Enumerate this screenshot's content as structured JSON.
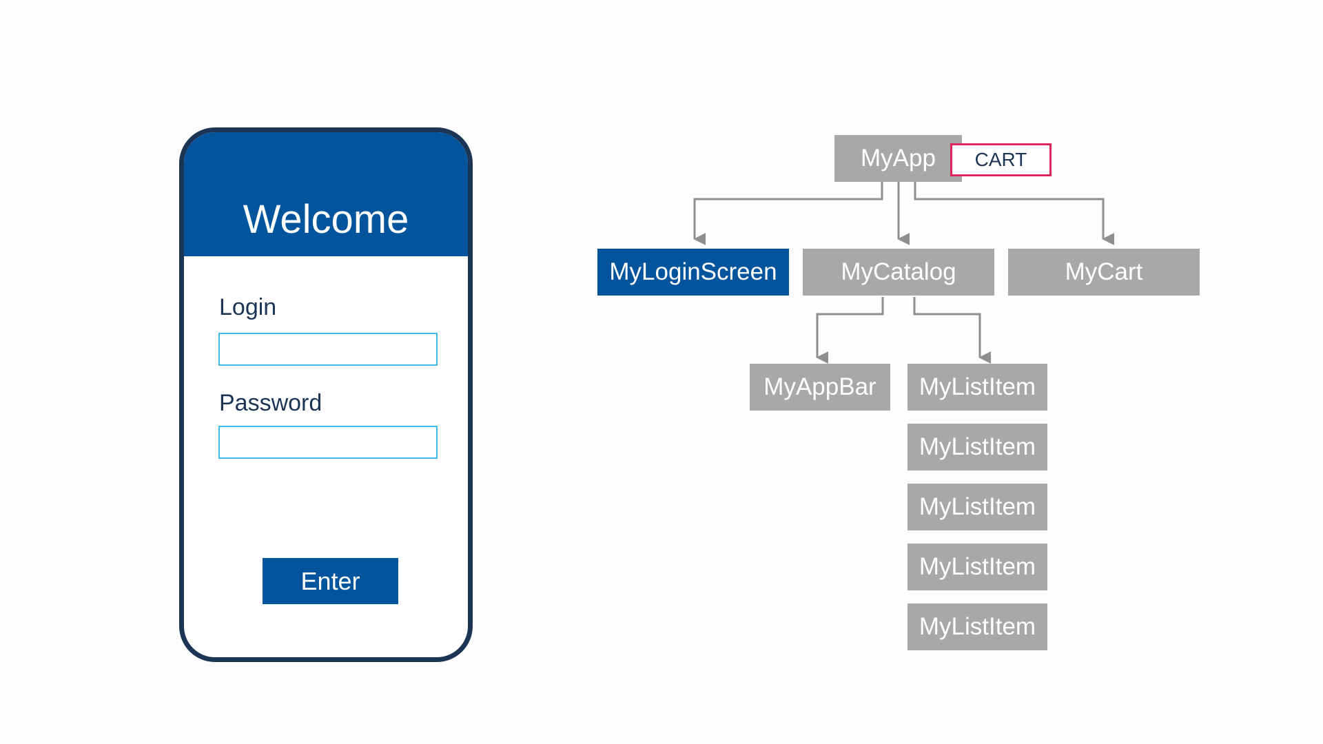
{
  "phone": {
    "title": "Welcome",
    "login_label": "Login",
    "login_value": "",
    "password_label": "Password",
    "password_value": "",
    "enter_label": "Enter"
  },
  "tree": {
    "root": "MyApp",
    "root_badge": "CART",
    "children": [
      "MyLoginScreen",
      "MyCatalog",
      "MyCart"
    ],
    "highlighted_child": "MyLoginScreen",
    "catalog_children": [
      "MyAppBar",
      "MyListItem",
      "MyListItem",
      "MyListItem",
      "MyListItem",
      "MyListItem"
    ]
  },
  "colors": {
    "primary_blue": "#02559c",
    "node_gray": "#a8a8a8",
    "phone_frame": "#1c3554",
    "input_border": "#3db7ec",
    "badge_border": "#e0245e",
    "connector": "#8f8f8f"
  }
}
